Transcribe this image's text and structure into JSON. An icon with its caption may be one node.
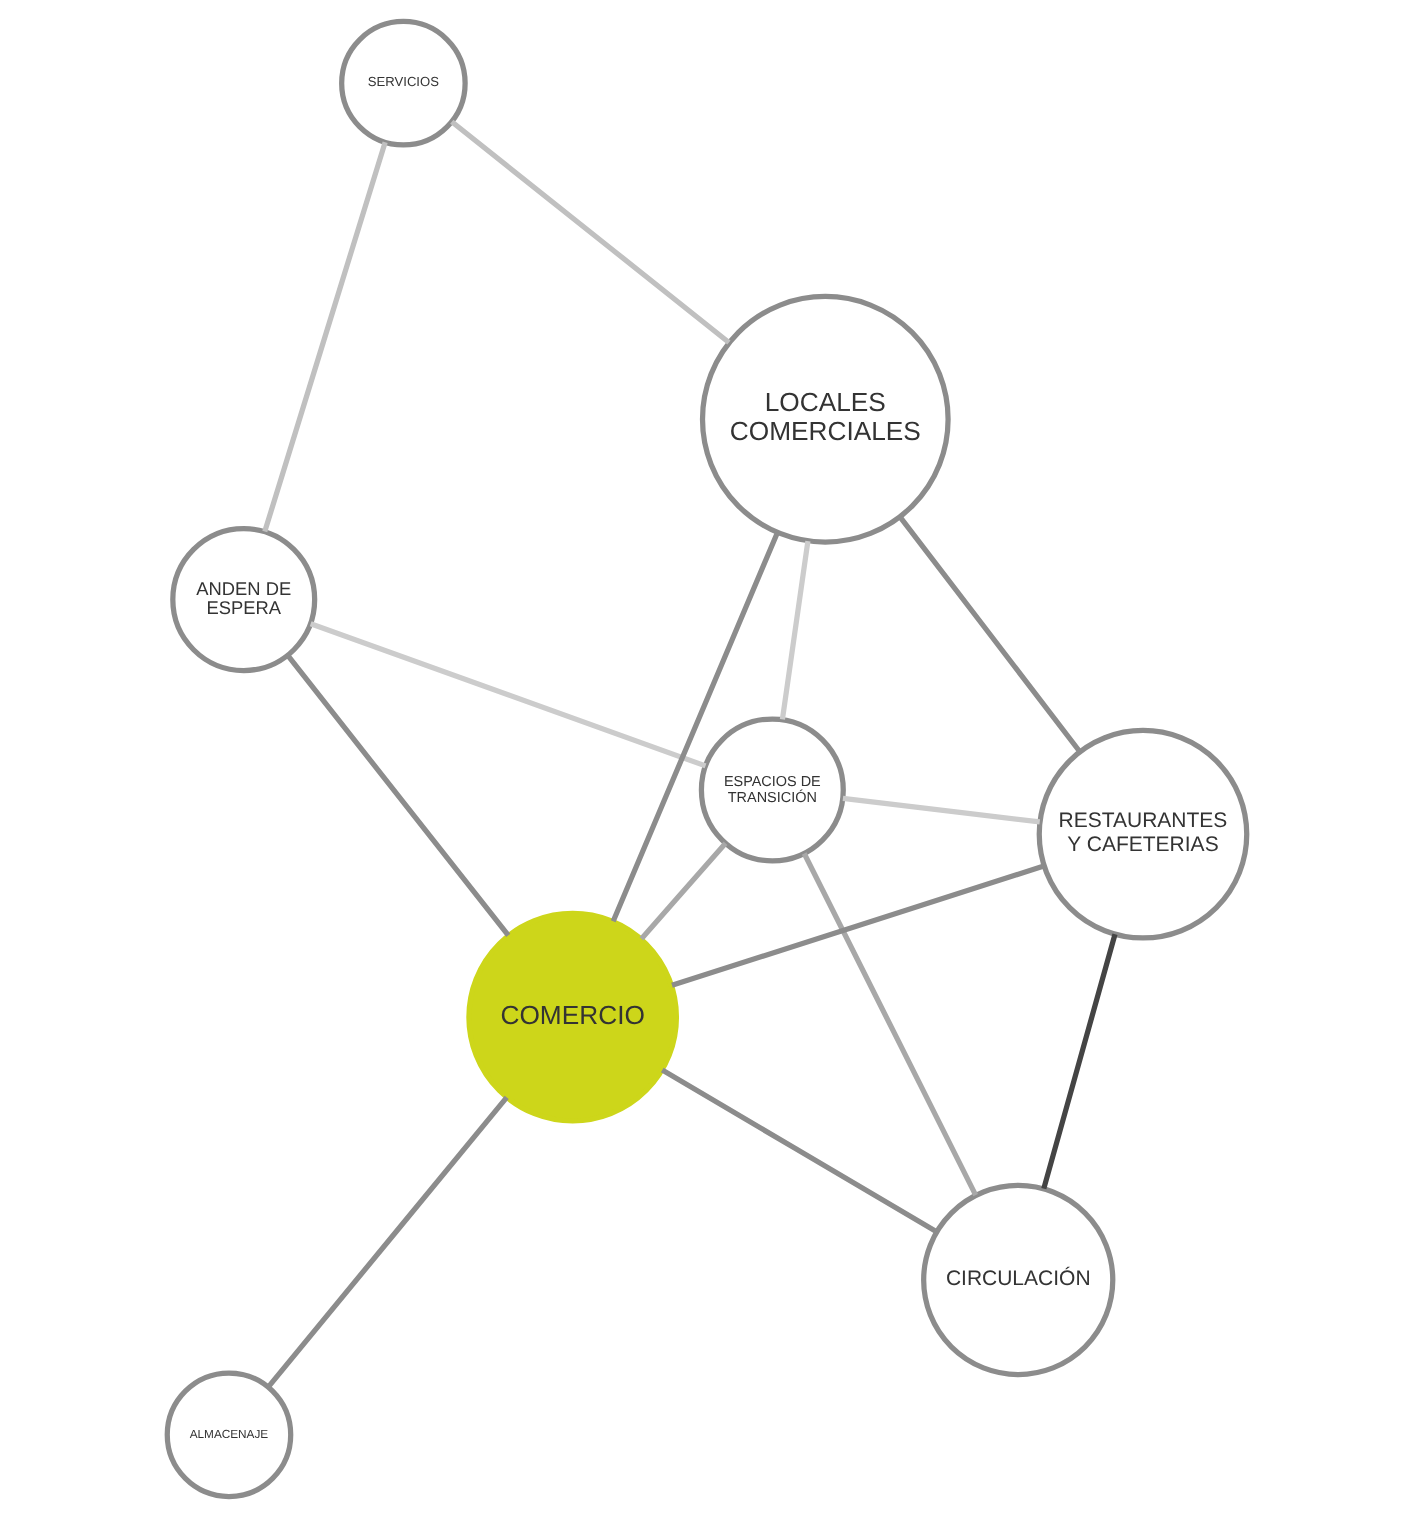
{
  "diagram": {
    "nodes": [
      {
        "text": [
          "ANDEN DE ESPERA"
        ]
      },
      {
        "text": [
          "SERVICIOS"
        ]
      },
      {
        "text": [
          "ALMACENAJE"
        ]
      },
      {
        "text": [
          "ESPACIOS DE TRANSICIÓN"
        ]
      },
      {
        "text": [
          "COMERCIO"
        ]
      },
      {
        "text": [
          "LOCALES COMERCIALES"
        ]
      },
      {
        "text": [
          "RESTAURANTES Y CAFETERIAS"
        ]
      },
      {
        "text": [
          "CIRCULACIÓN"
        ]
      }
    ],
    "edges": [
      {
        "from": 0,
        "to": 1,
        "arrow": "none",
        "color": "#c0c0c0"
      },
      {
        "from": 0,
        "to": 4,
        "arrow": "none"
      },
      {
        "from": 0,
        "to": 3,
        "arrow": "none",
        "color": "#cccccc"
      },
      {
        "from": 2,
        "to": 4,
        "arrow": "none"
      },
      {
        "from": 1,
        "to": 5,
        "arrow": "none",
        "color": "#c0c0c0"
      },
      {
        "from": 3,
        "to": 4,
        "arrow": "none",
        "color": "#a8a8a8"
      },
      {
        "from": 3,
        "to": 5,
        "arrow": "none",
        "color": "#cccccc"
      },
      {
        "from": 3,
        "to": 6,
        "arrow": "none",
        "color": "#cccccc"
      },
      {
        "from": 3,
        "to": 7,
        "arrow": "none",
        "color": "#a8a8a8"
      },
      {
        "from": 5,
        "to": 4,
        "arrow": "none"
      },
      {
        "from": 4,
        "to": 6,
        "arrow": "none"
      },
      {
        "from": 4,
        "to": 7,
        "arrow": "none"
      },
      {
        "from": 5,
        "to": 6,
        "arrow": "none"
      },
      {
        "from": 6,
        "to": 7,
        "arrow": "none",
        "color": "#444444"
      }
    ]
  }
}
